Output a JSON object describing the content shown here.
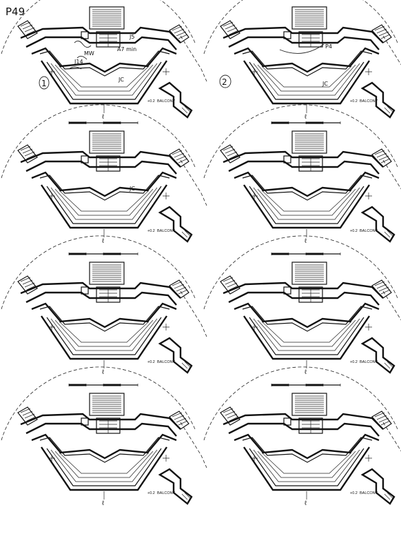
{
  "sheet": {
    "page_label": "P49"
  },
  "plan": {
    "balcony_level": "+0.2",
    "balcony_label": "BALCONY",
    "centerline_mark": "ℓ"
  },
  "annotations": {
    "plan1_number": "1",
    "plan2_number": "2",
    "note_a": "J5",
    "note_b": "MW",
    "note_c": "A7 min",
    "note_d": "J14",
    "note_e": "JC",
    "note_f": "JC",
    "note_g": "P4",
    "note_h": "JC"
  }
}
